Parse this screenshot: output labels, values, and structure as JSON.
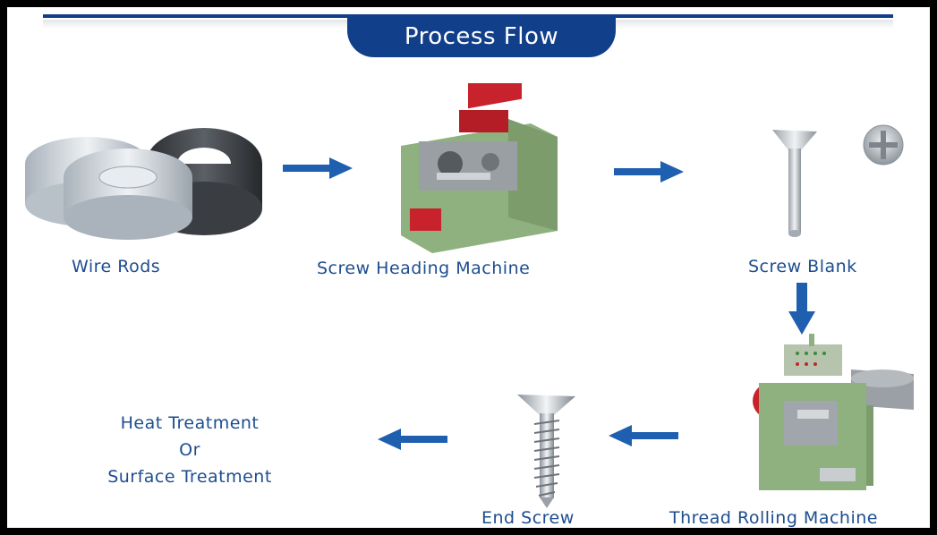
{
  "title": "Process Flow",
  "steps": {
    "wire_rods": "Wire Rods",
    "screw_heading_machine": "Screw Heading Machine",
    "screw_blank": "Screw Blank",
    "thread_rolling_machine": "Thread Rolling Machine",
    "end_screw": "End Screw",
    "heat_treatment": {
      "line1": "Heat Treatment",
      "line2": "Or",
      "line3": "Surface Treatment"
    }
  },
  "colors": {
    "brand_blue": "#123f8a",
    "label_blue": "#1d4d8f",
    "arrow_blue": "#1f5fb0",
    "machine_green": "#8fb07f",
    "machine_red": "#c8232c"
  }
}
